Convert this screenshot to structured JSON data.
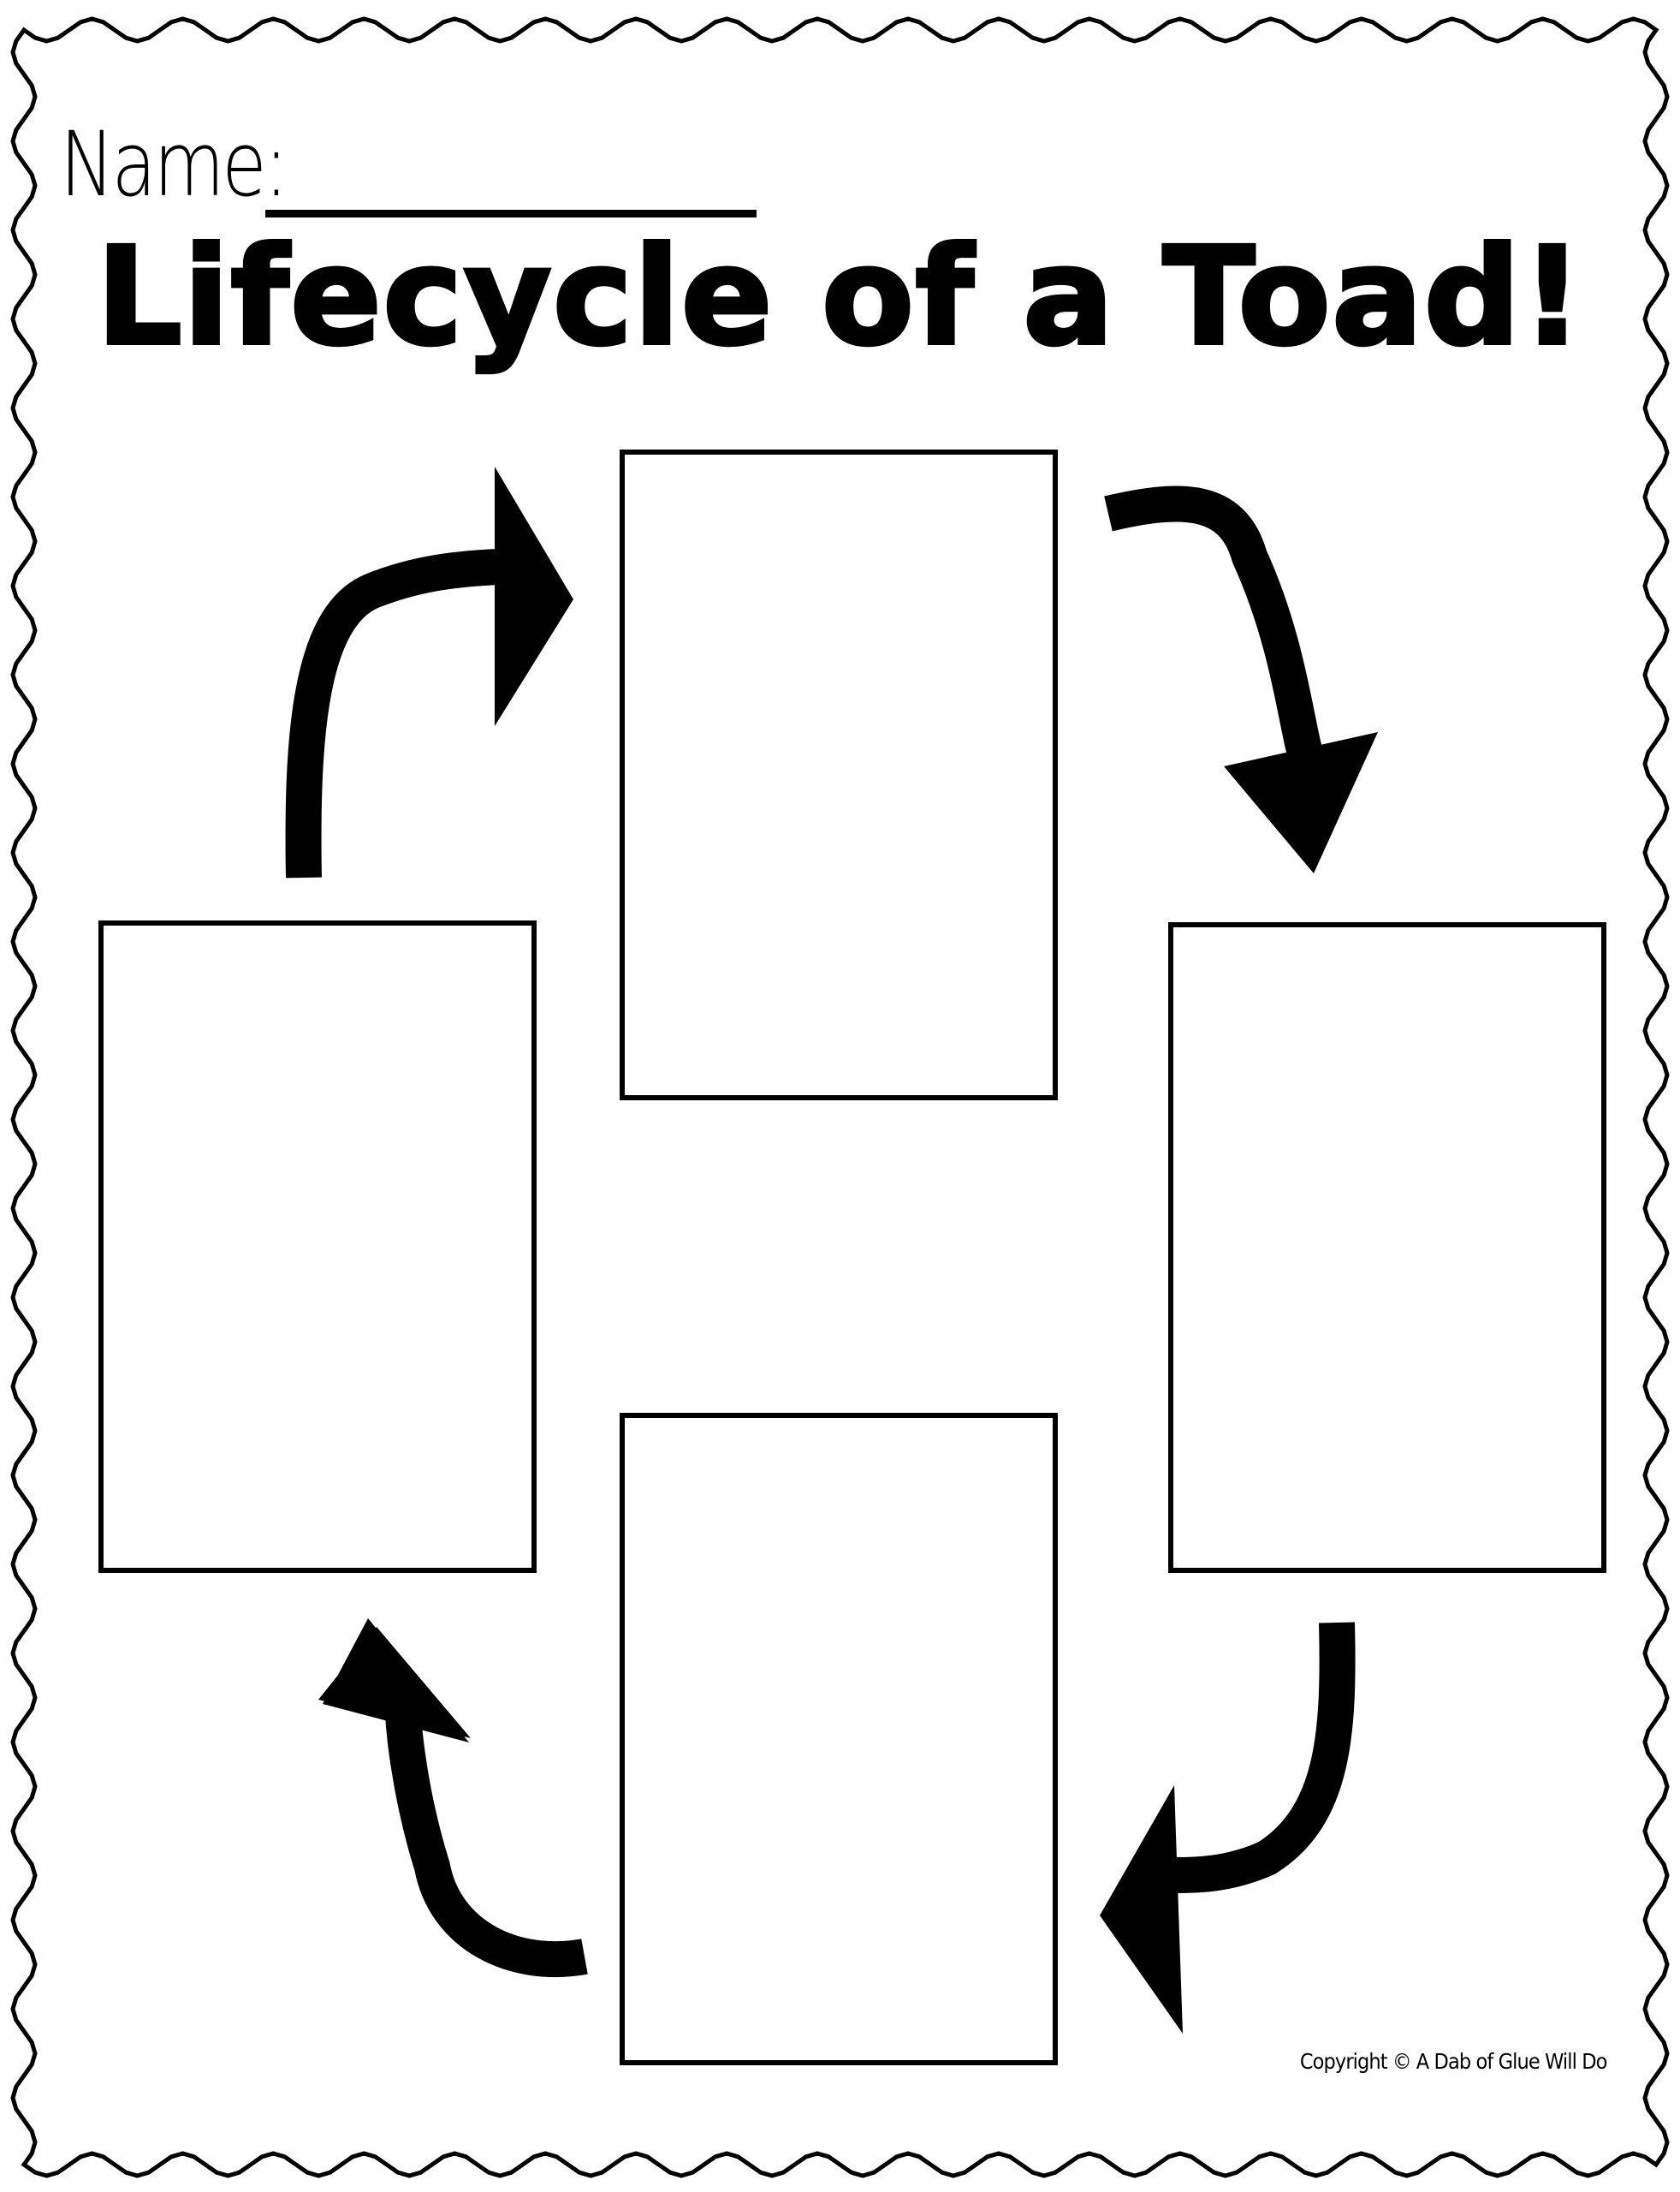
{
  "header": {
    "name_label": "Name:",
    "title": "Lifecycle of a Toad!"
  },
  "stages": [
    {
      "position": "top"
    },
    {
      "position": "right"
    },
    {
      "position": "bottom"
    },
    {
      "position": "left"
    }
  ],
  "footer": {
    "copyright": "Copyright © A Dab of Glue Will Do"
  },
  "colors": {
    "ink": "#000000",
    "paper": "#ffffff"
  }
}
